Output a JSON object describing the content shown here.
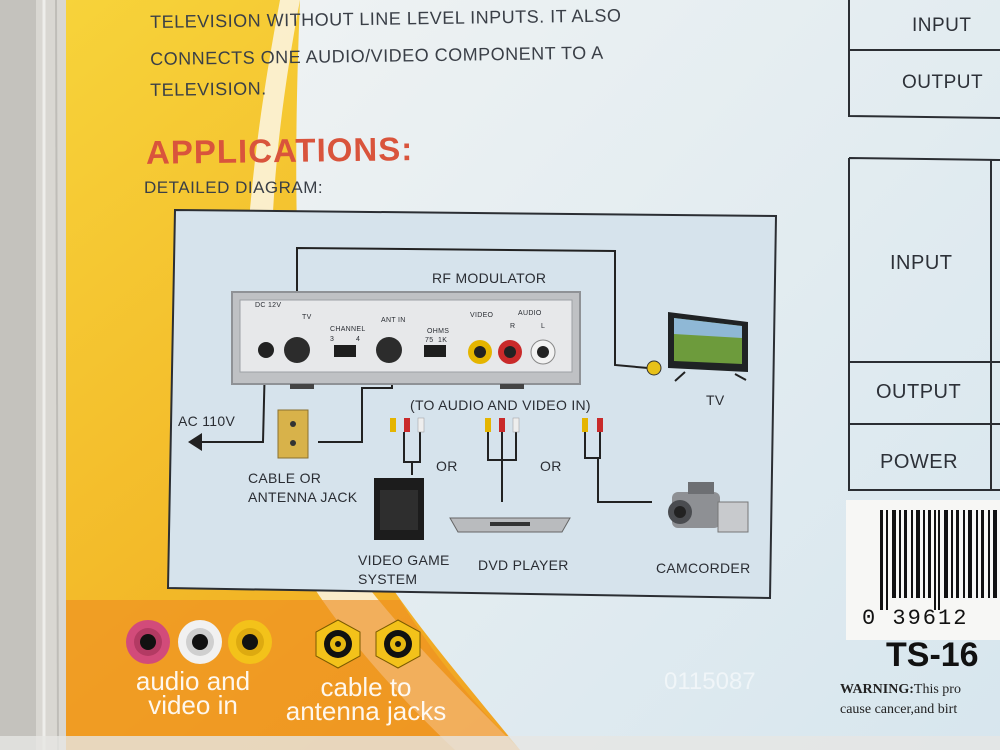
{
  "intro_lines": [
    "TELEVISION WITHOUT LINE LEVEL INPUTS. IT ALSO",
    "CONNECTS ONE AUDIO/VIDEO COMPONENT TO A",
    "TELEVISION."
  ],
  "applications_heading": "APPLICATIONS:",
  "detailed_diagram_label": "DETAILED DIAGRAM:",
  "diagram": {
    "device_title": "RF MODULATOR",
    "panel": {
      "dc": "DC 12V",
      "tv": "TV",
      "channel": "CHANNEL",
      "ch3": "3",
      "ch4": "4",
      "ant_in": "ANT IN",
      "ohms": "OHMS",
      "ohm75": "75",
      "ohm1k": "1K",
      "video": "VIDEO",
      "audio": "AUDIO",
      "r": "R",
      "l": "L"
    },
    "tv_label": "TV",
    "ac_label": "AC 110V",
    "to_av_label": "(TO AUDIO AND VIDEO IN)",
    "or_1": "OR",
    "or_2": "OR",
    "cable_label_1": "CABLE OR",
    "cable_label_2": "ANTENNA JACK",
    "game_label_1": "VIDEO GAME",
    "game_label_2": "SYSTEM",
    "dvd_label": "DVD PLAYER",
    "camcorder_label": "CAMCORDER"
  },
  "spec_table_top": [
    "INPUT",
    "OUTPUT"
  ],
  "spec_table_bottom": [
    "INPUT",
    "OUTPUT",
    "POWER"
  ],
  "barcode_digits": "0  39612",
  "model": "TS-16",
  "warning_bold": "WARNING:",
  "warning_rest": "This pro",
  "warning_line2": "cause cancer,and birt",
  "bottom_left_1": "audio and",
  "bottom_left_2": "video in",
  "bottom_mid_1": "cable to",
  "bottom_mid_2": "antenna jacks",
  "ghost_code": "0115087",
  "colors": {
    "yellow": "#f2c12c",
    "orange": "#ec8a20",
    "heading_red": "#d9543c",
    "pale_blue": "#dfe9ef"
  },
  "icons": [
    "rca-jack-red-icon",
    "rca-jack-white-icon",
    "rca-jack-yellow-icon",
    "coax-jack-icon"
  ]
}
